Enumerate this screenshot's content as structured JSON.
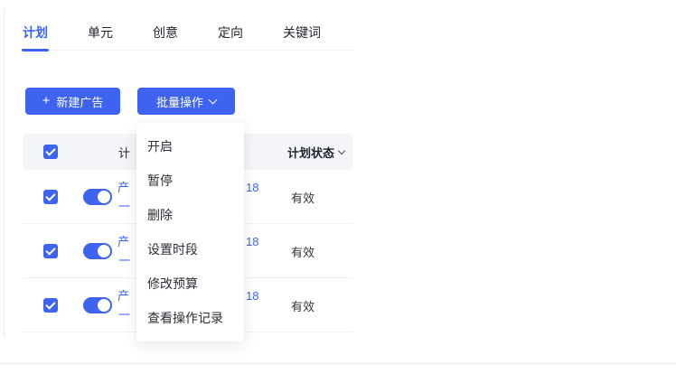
{
  "colors": {
    "accent": "#3d63f0",
    "table_header_bg": "#f4f5f8"
  },
  "tabs": {
    "items": [
      {
        "label": "计划",
        "active": true
      },
      {
        "label": "单元",
        "active": false
      },
      {
        "label": "创意",
        "active": false
      },
      {
        "label": "定向",
        "active": false
      },
      {
        "label": "关键词",
        "active": false
      }
    ]
  },
  "toolbar": {
    "plus_icon": "+",
    "new_ad_label": "新建广告",
    "batch_label": "批量操作"
  },
  "dropdown_menu": {
    "items": [
      "开启",
      "暂停",
      "删除",
      "设置时段",
      "修改预算",
      "查看操作记录"
    ]
  },
  "table": {
    "header": {
      "plan_name_visible": "计",
      "status_label": "计划状态"
    },
    "rows": [
      {
        "name_prefix": "产",
        "name_suffix": "18",
        "name_line2": "一",
        "status": "有效",
        "checked": true,
        "toggle_on": true
      },
      {
        "name_prefix": "产",
        "name_suffix": "18",
        "name_line2": "一",
        "status": "有效",
        "checked": true,
        "toggle_on": true
      },
      {
        "name_prefix": "产",
        "name_suffix": "18",
        "name_line2": "一",
        "status": "有效",
        "checked": true,
        "toggle_on": true
      }
    ]
  }
}
